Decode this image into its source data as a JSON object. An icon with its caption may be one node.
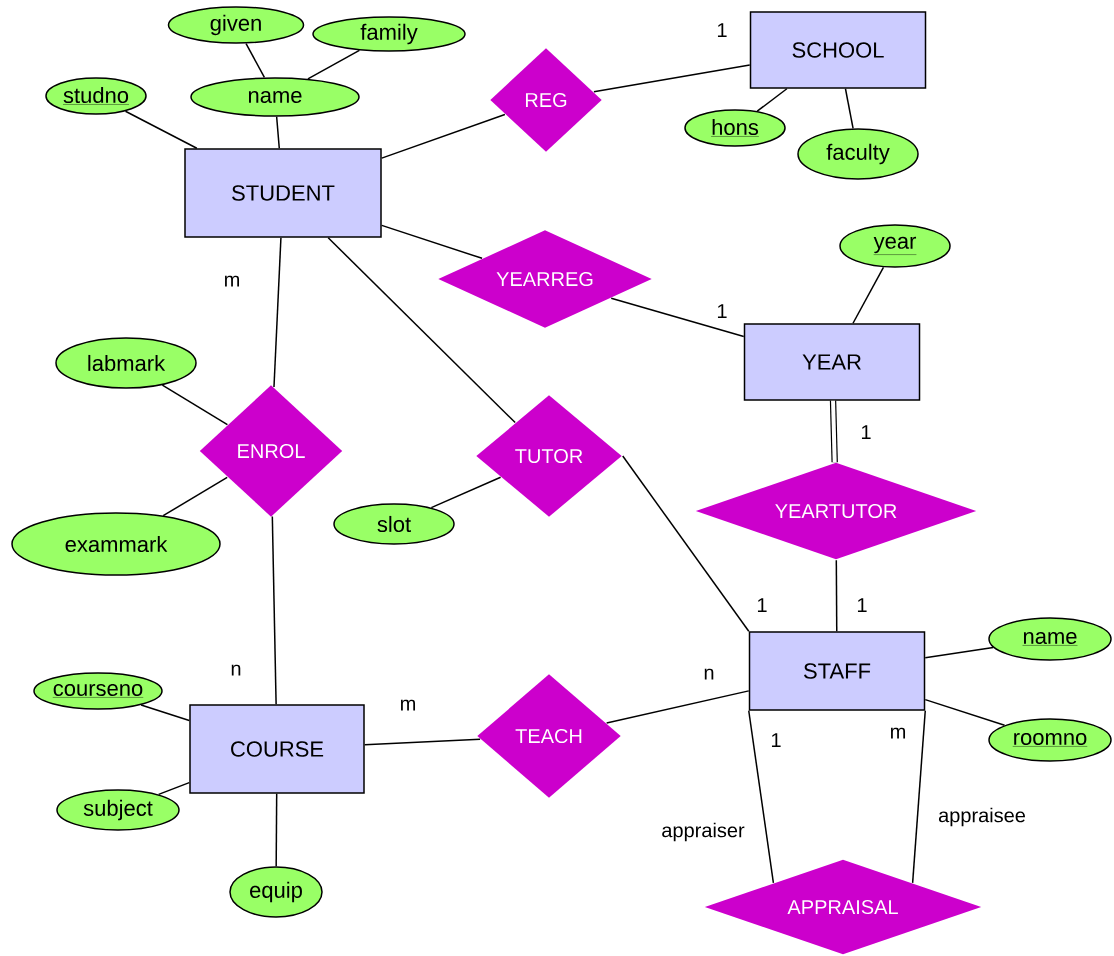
{
  "diagram": {
    "nodes": [
      {
        "text": [
          "STUDENT"
        ]
      },
      {
        "text": [
          "SCHOOL"
        ]
      },
      {
        "text": [
          "YEAR"
        ]
      },
      {
        "text": [
          "STAFF"
        ]
      },
      {
        "text": [
          "COURSE"
        ]
      },
      {
        "text": [
          "REG"
        ]
      },
      {
        "text": [
          "YEARREG"
        ]
      },
      {
        "text": [
          "ENROL"
        ]
      },
      {
        "text": [
          "TUTOR"
        ]
      },
      {
        "text": [
          "YEARTUTOR"
        ]
      },
      {
        "text": [
          "TEACH"
        ]
      },
      {
        "text": [
          "APPRAISAL"
        ]
      },
      {
        "text": [
          "given"
        ]
      },
      {
        "text": [
          "family"
        ]
      },
      {
        "text": [
          "studno"
        ]
      },
      {
        "text": [
          "name"
        ]
      },
      {
        "text": [
          "hons"
        ]
      },
      {
        "text": [
          "faculty"
        ]
      },
      {
        "text": [
          "year"
        ]
      },
      {
        "text": [
          "labmark"
        ]
      },
      {
        "text": [
          "exammark"
        ]
      },
      {
        "text": [
          "slot"
        ]
      },
      {
        "text": [
          "name"
        ]
      },
      {
        "text": [
          "roomno"
        ]
      },
      {
        "text": [
          "courseno"
        ]
      },
      {
        "text": [
          "subject"
        ]
      },
      {
        "text": [
          "equip"
        ]
      }
    ],
    "edges": [
      {
        "from": 5,
        "to": 1,
        "arrow": "none"
      },
      {
        "from": 0,
        "to": 5,
        "arrow": "none"
      },
      {
        "from": 0,
        "to": 6,
        "arrow": "none"
      },
      {
        "from": 6,
        "to": 2,
        "arrow": "none"
      },
      {
        "from": 0,
        "to": 7,
        "arrow": "none"
      },
      {
        "from": 7,
        "to": 4,
        "arrow": "none"
      },
      {
        "from": 0,
        "to": 8,
        "arrow": "none"
      },
      {
        "from": 8,
        "to": 3,
        "arrow": "none"
      },
      {
        "from": 2,
        "to": 9,
        "arrow": "none",
        "style": "thick"
      },
      {
        "from": 9,
        "to": 3,
        "arrow": "none"
      },
      {
        "from": 4,
        "to": 10,
        "arrow": "none"
      },
      {
        "from": 10,
        "to": 3,
        "arrow": "none"
      },
      {
        "from": 3,
        "to": 11,
        "arrow": "none",
        "label": "appraiser"
      },
      {
        "from": 3,
        "to": 11,
        "arrow": "none",
        "label": "appraisee"
      },
      {
        "from": 12,
        "to": 15,
        "arrow": "none"
      },
      {
        "from": 13,
        "to": 15,
        "arrow": "none"
      },
      {
        "from": 15,
        "to": 0,
        "arrow": "none"
      },
      {
        "from": 14,
        "to": 0,
        "arrow": "none"
      },
      {
        "from": 1,
        "to": 16,
        "arrow": "none"
      },
      {
        "from": 1,
        "to": 17,
        "arrow": "none"
      },
      {
        "from": 18,
        "to": 2,
        "arrow": "none"
      },
      {
        "from": 19,
        "to": 7,
        "arrow": "none"
      },
      {
        "from": 20,
        "to": 7,
        "arrow": "none"
      },
      {
        "from": 21,
        "to": 8,
        "arrow": "none"
      },
      {
        "from": 3,
        "to": 22,
        "arrow": "none"
      },
      {
        "from": 3,
        "to": 23,
        "arrow": "none"
      },
      {
        "from": 24,
        "to": 4,
        "arrow": "none"
      },
      {
        "from": 25,
        "to": 4,
        "arrow": "none"
      },
      {
        "from": 4,
        "to": 26,
        "arrow": "none"
      }
    ],
    "labels": [
      "1",
      "m",
      "1",
      "1",
      "1",
      "1",
      "n",
      "n",
      "m",
      "m",
      "1"
    ]
  }
}
